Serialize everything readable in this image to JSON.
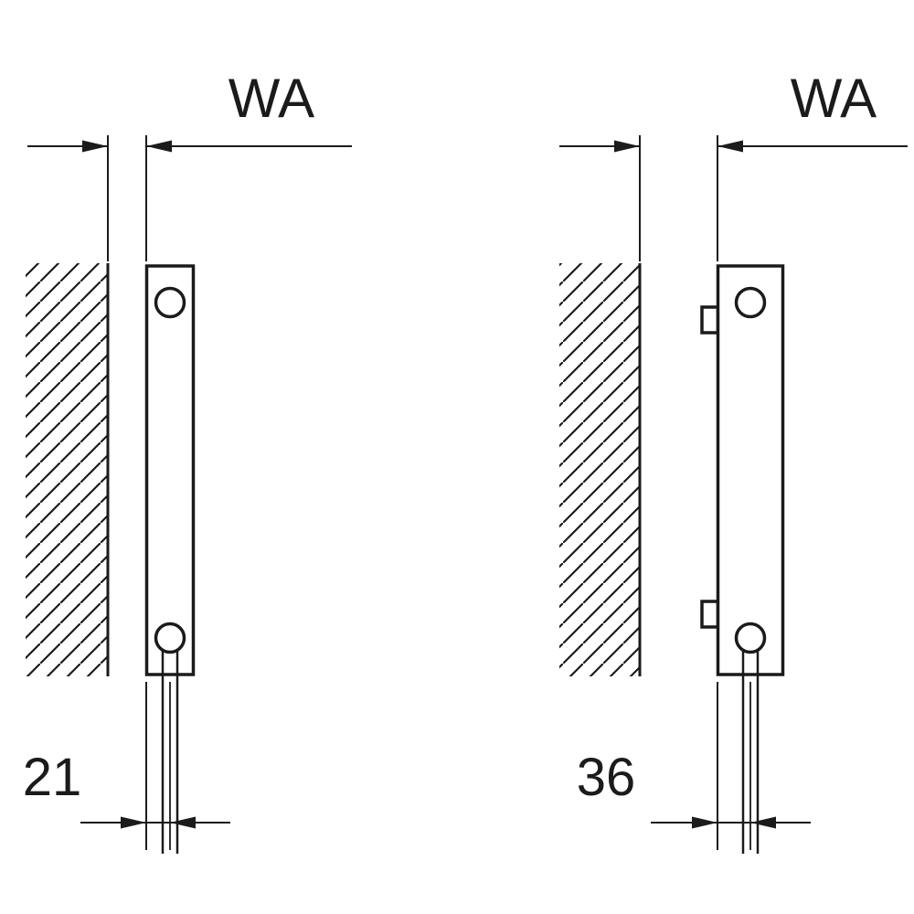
{
  "page": {
    "background": "#ffffff"
  },
  "diagram": {
    "ink": "#1b1b1b",
    "description": "Two side-view installation drawings of flat panel radiators mounted in front of a hatched wall, with wall-distance dimensioning",
    "left_figure": {
      "top_dimension_label": "WA",
      "bottom_dimension_label": "21"
    },
    "right_figure": {
      "top_dimension_label": "WA",
      "bottom_dimension_label": "36"
    }
  }
}
